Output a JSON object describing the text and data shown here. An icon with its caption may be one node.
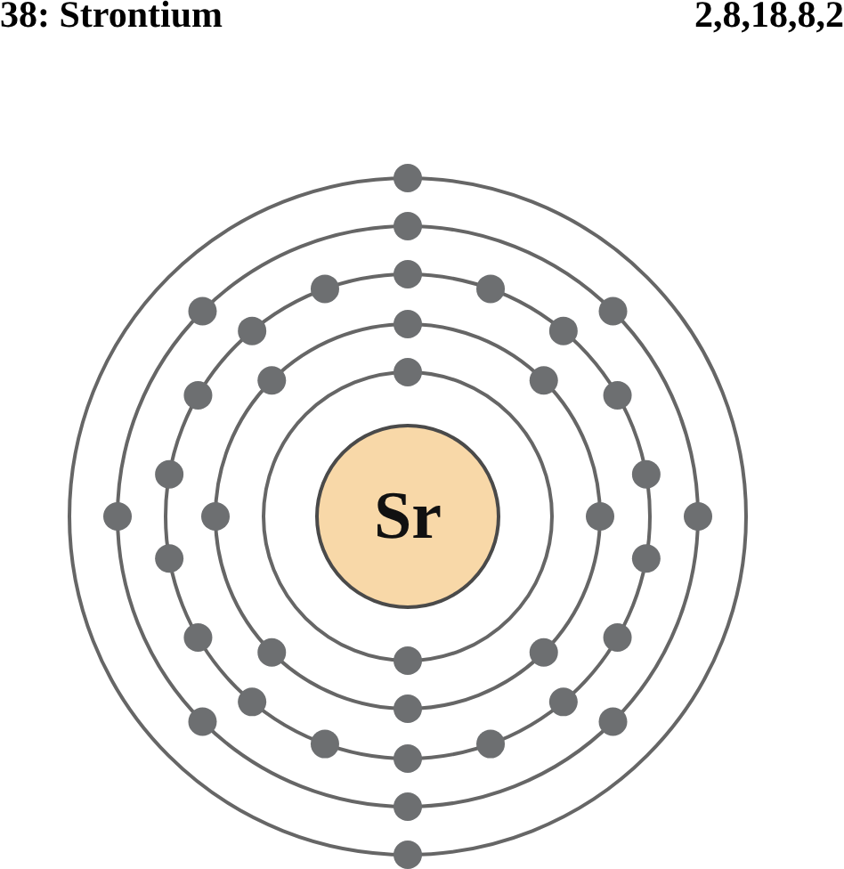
{
  "diagram": {
    "title": "38: Strontium",
    "nodes": [
      {
        "text": [
          "Sr"
        ]
      }
    ],
    "labels": [
      "2,8,18,8,2"
    ]
  }
}
